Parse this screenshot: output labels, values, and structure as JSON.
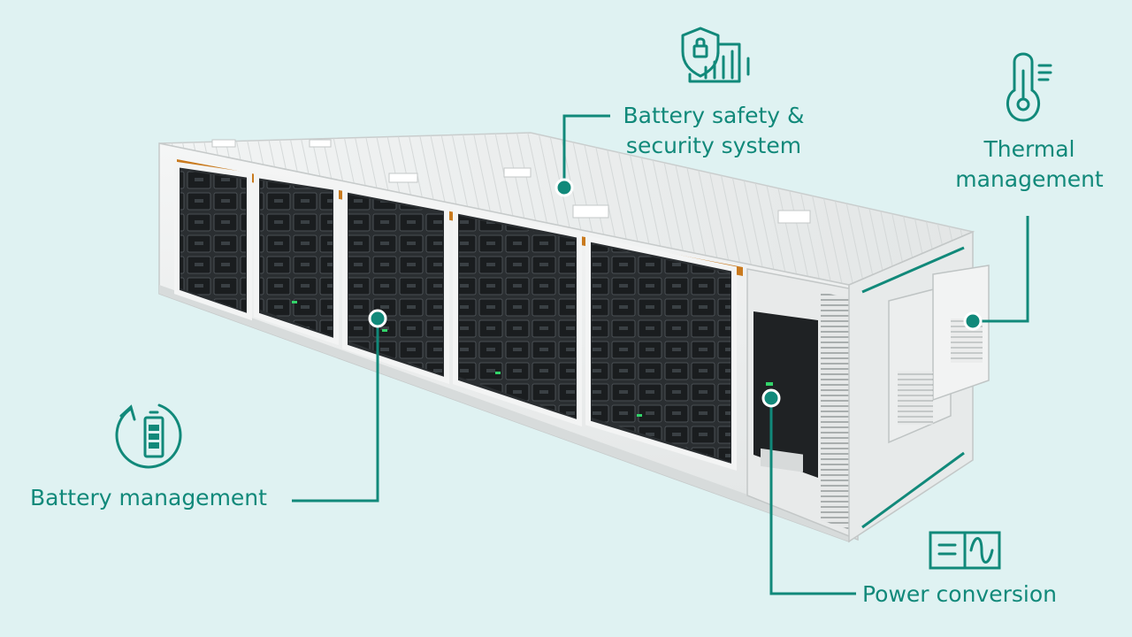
{
  "colors": {
    "background": "#dff2f2",
    "accent": "#11897a",
    "container_body": "#eef0f0",
    "container_shadow": "#d9dcdc",
    "rack_dark": "#1f2224",
    "cable_orange": "#c97a1e",
    "led_green": "#33d36a"
  },
  "icons": {
    "safety": "shield-lock-chart-icon",
    "thermal": "thermometer-icon",
    "battery": "battery-cycle-icon",
    "power": "ac-dc-converter-icon"
  },
  "callouts": {
    "safety": {
      "line1": "Battery safety &",
      "line2": "security system"
    },
    "thermal": {
      "line1": "Thermal",
      "line2": "management"
    },
    "battery": {
      "label": "Battery management"
    },
    "power": {
      "label": "Power conversion"
    }
  }
}
